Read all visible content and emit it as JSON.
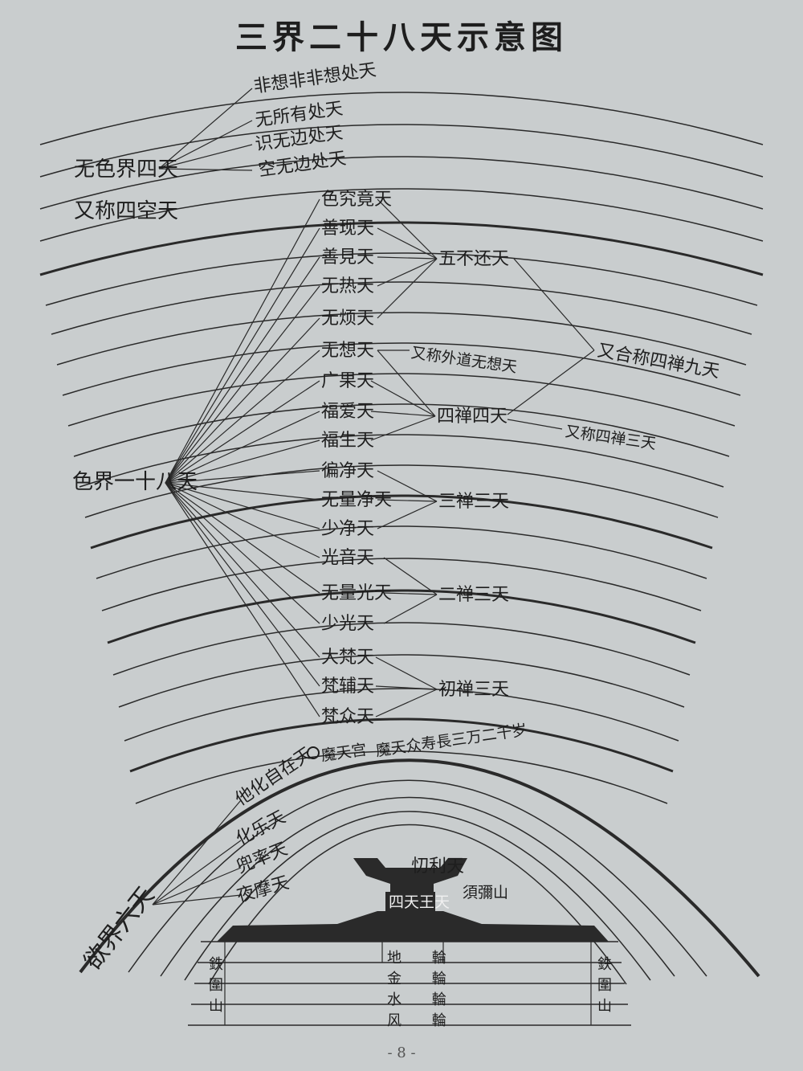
{
  "title": "三界二十八天示意图",
  "page_number": "- 8 -",
  "formless_realm": {
    "group_label": "无色界四天",
    "alias": "又称四空天",
    "heavens": [
      "非想非非想处天",
      "无所有处天",
      "识无边处天",
      "空无边处天"
    ]
  },
  "form_realm": {
    "group_label": "色界一十八天",
    "heavens": [
      "色究竟天",
      "善现天",
      "善見天",
      "无热天",
      "无烦天",
      "无想天",
      "广果天",
      "福爱天",
      "福生天",
      "徧净天",
      "无量净天",
      "少净天",
      "光音天",
      "无量光天",
      "少光天",
      "大梵天",
      "梵辅天",
      "梵众天"
    ],
    "five_pure_abodes": "五不还天",
    "no_thought_alias": "又称外道无想天",
    "fourth_dhyana": "四禅四天",
    "fourth_dhyana_alias": "又称四禅三天",
    "combined_label": "又合称四禅九天",
    "third_dhyana": "三禅三天",
    "second_dhyana": "二禅三天",
    "first_dhyana": "初禅三天"
  },
  "mara_palace": "魔天宫",
  "mara_note": "魔天众寿長三万二千岁",
  "desire_realm": {
    "group_label": "欲界六天",
    "heavens": [
      "他化自在天",
      "化乐天",
      "兜率天",
      "夜摩天"
    ],
    "trayastrimsa": "忉利天",
    "four_kings": "四天王天",
    "sumeru": "須彌山"
  },
  "earth_layers": [
    "地 輪",
    "金 輪",
    "水 輪",
    "风 輪"
  ],
  "iron_mountain": "鉄圍山",
  "colors": {
    "paper": "#c9cdce",
    "ink": "#1e1e1e",
    "mountain": "#2a2a2a"
  }
}
